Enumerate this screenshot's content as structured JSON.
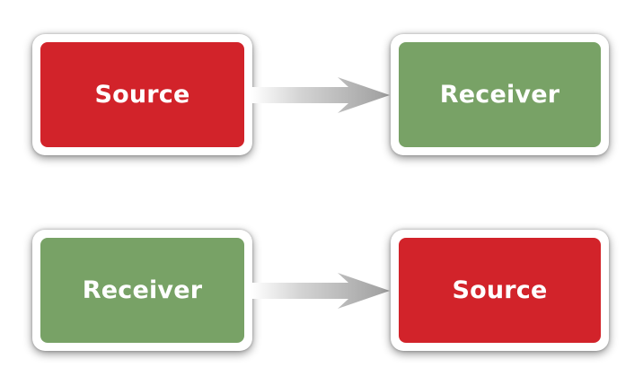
{
  "colors": {
    "source": "#d2232a",
    "receiver": "#78a266",
    "arrow": "#b3b3b3"
  },
  "rows": [
    {
      "left": {
        "label": "Source",
        "role": "source"
      },
      "right": {
        "label": "Receiver",
        "role": "receiver"
      }
    },
    {
      "left": {
        "label": "Receiver",
        "role": "receiver"
      },
      "right": {
        "label": "Source",
        "role": "source"
      }
    }
  ]
}
